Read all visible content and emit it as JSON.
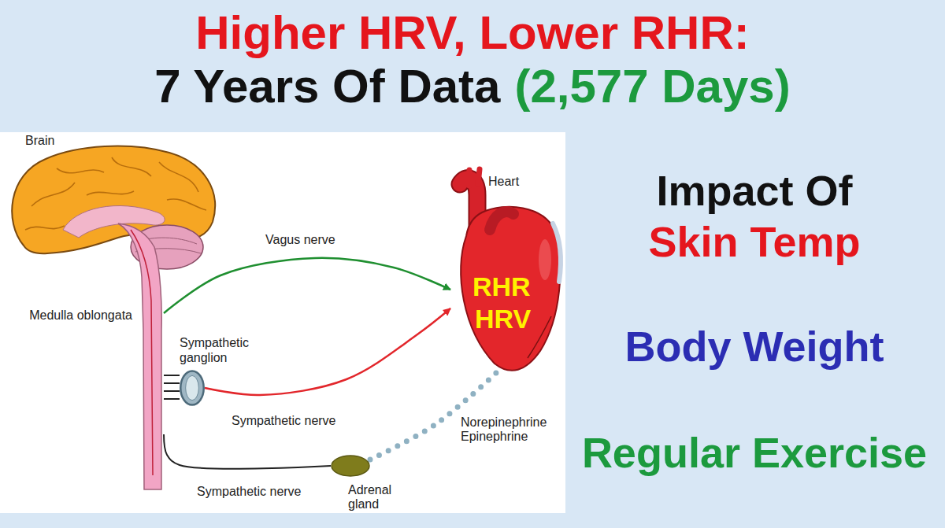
{
  "diagram": {
    "title": "Higher HRV, Lower RHR:",
    "nodes": [
      {
        "text": [
          "Medulla oblongata"
        ]
      },
      {
        "text": [
          "Sympathetic ganglion"
        ]
      },
      {
        "text": [
          "Heart",
          "RHR",
          "HRV"
        ]
      },
      {
        "text": [
          "Adrenal gland"
        ]
      }
    ],
    "edges": [
      {
        "from": 0,
        "to": 2,
        "label": "Vagus nerve",
        "arrow": "to"
      },
      {
        "from": 0,
        "to": 1,
        "arrow": "none"
      },
      {
        "from": 1,
        "to": 2,
        "label": "Sympathetic nerve",
        "arrow": "to"
      },
      {
        "from": 0,
        "to": 3,
        "label": "Sympathetic nerve",
        "arrow": "none"
      },
      {
        "from": 3,
        "to": 2,
        "label": "Norepinephrine Epinephrine",
        "arrow": "none"
      }
    ],
    "labels": [
      "7 Years Of Data",
      "(2,577 Days)",
      "Brain",
      "Impact Of",
      "Skin Temp",
      "Body Weight",
      "Regular Exercise"
    ]
  }
}
